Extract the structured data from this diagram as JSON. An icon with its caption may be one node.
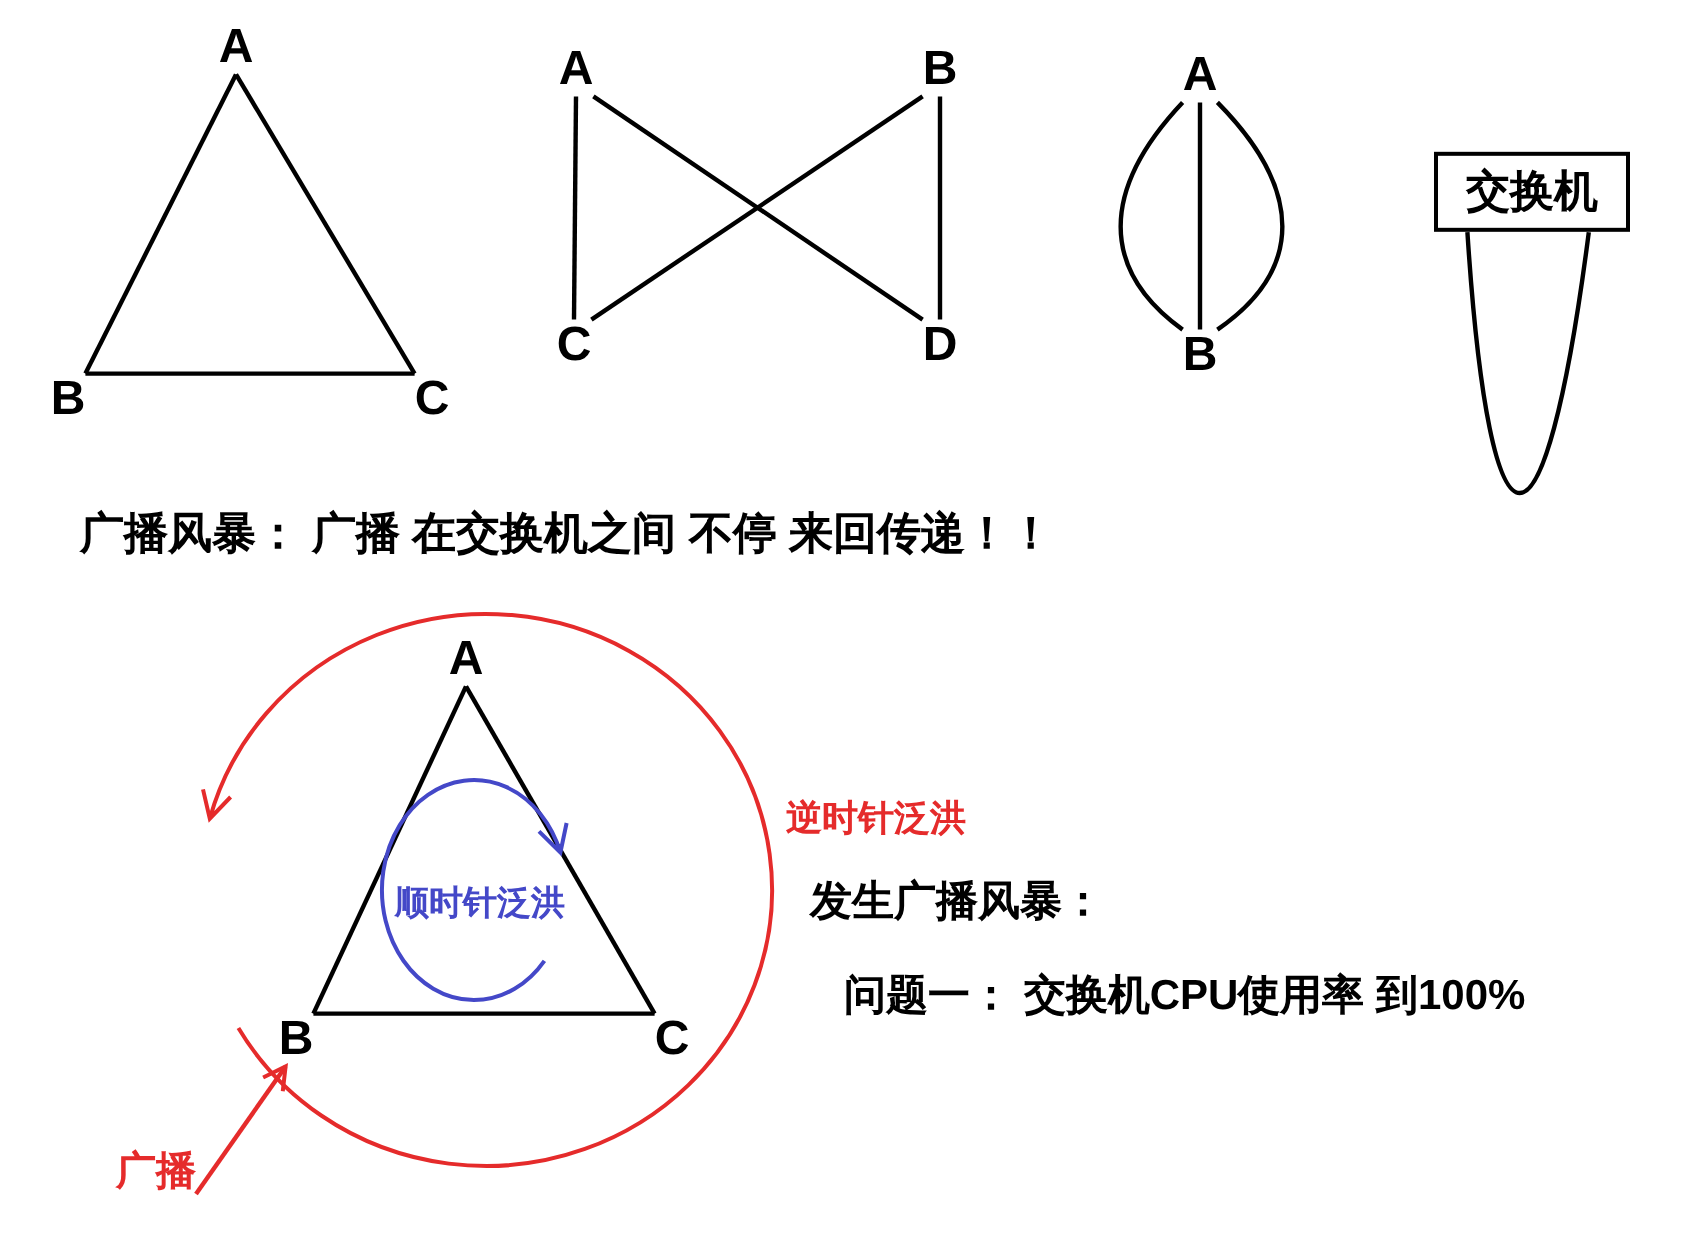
{
  "diagram": {
    "nodes": [
      {
        "text": [
          "A"
        ]
      },
      {
        "text": [
          "B"
        ]
      },
      {
        "text": [
          "C"
        ]
      },
      {
        "text": [
          "A"
        ]
      },
      {
        "text": [
          "B"
        ]
      },
      {
        "text": [
          "C"
        ]
      },
      {
        "text": [
          "D"
        ]
      },
      {
        "text": [
          "A"
        ]
      },
      {
        "text": [
          "B"
        ]
      },
      {
        "text": [
          "交换机"
        ]
      },
      {
        "text": [
          "A"
        ]
      },
      {
        "text": [
          "B"
        ]
      },
      {
        "text": [
          "C"
        ]
      },
      {
        "text": [
          "广播"
        ]
      }
    ],
    "edges": [
      {
        "from": 0,
        "to": 1,
        "arrow": "none"
      },
      {
        "from": 0,
        "to": 2,
        "arrow": "none"
      },
      {
        "from": 1,
        "to": 2,
        "arrow": "none"
      },
      {
        "from": 3,
        "to": 5,
        "arrow": "none"
      },
      {
        "from": 3,
        "to": 6,
        "arrow": "none"
      },
      {
        "from": 4,
        "to": 5,
        "arrow": "none"
      },
      {
        "from": 4,
        "to": 6,
        "arrow": "none"
      },
      {
        "from": 7,
        "to": 8,
        "arrow": "none"
      },
      {
        "from": 7,
        "to": 8,
        "arrow": "none"
      },
      {
        "from": 7,
        "to": 8,
        "arrow": "none"
      },
      {
        "from": 9,
        "to": 9,
        "arrow": "none"
      },
      {
        "from": 10,
        "to": 11,
        "arrow": "none"
      },
      {
        "from": 10,
        "to": 12,
        "arrow": "none"
      },
      {
        "from": 11,
        "to": 12,
        "arrow": "none"
      },
      {
        "from": 13,
        "to": 11,
        "arrow": "to",
        "color": "#e52b2b"
      }
    ],
    "labels": [
      "广播风暴： 广播 在交换机之间 不停 来回传递！！",
      "逆时针泛洪",
      "顺时针泛洪",
      "发生广播风暴：",
      "问题一： 交换机CPU使用率 到100%"
    ]
  }
}
